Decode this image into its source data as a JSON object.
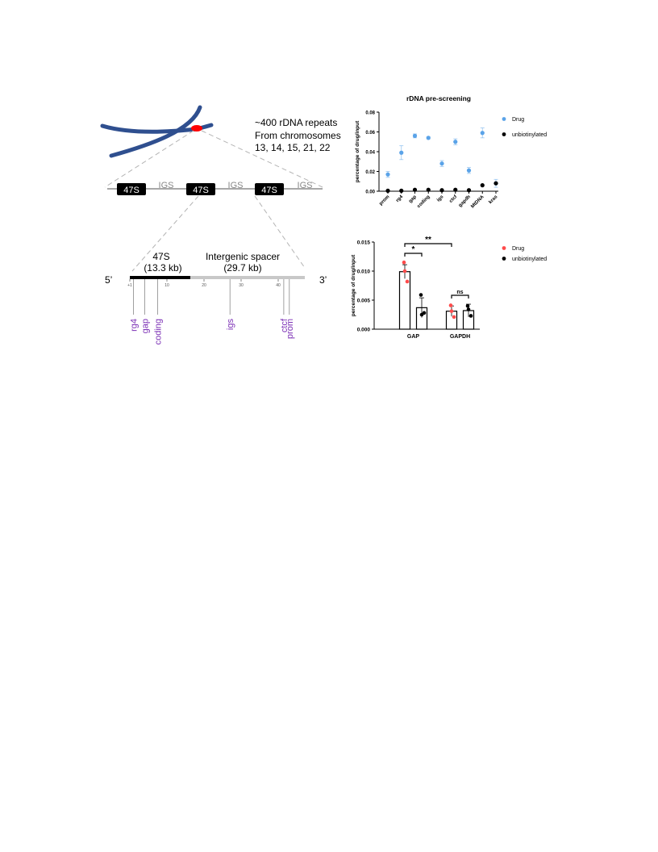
{
  "schematic": {
    "repeats_text": [
      "~400 rDNA repeats",
      "From chromosomes",
      "13, 14, 15, 21, 22"
    ],
    "unit_labels": [
      "47S",
      "47S",
      "47S"
    ],
    "igs_labels": [
      "IGS",
      "IGS",
      "IGS"
    ],
    "five_prime": "5’",
    "three_prime": "3’",
    "region_47s": {
      "name": "47S",
      "size": "(13.3 kb)"
    },
    "region_igs": {
      "name": "Intergenic spacer",
      "size": "(29.7 kb)"
    },
    "scale_ticks": [
      "+1",
      "10",
      "20",
      "30",
      "40"
    ],
    "primer_labels": [
      "rg4",
      "gap",
      "coding",
      "igs",
      "ctcf",
      "prom"
    ],
    "primer_positions_kb": [
      1,
      4,
      7.5,
      27,
      41.5,
      43
    ],
    "chromosome_color": "#2f4f8f",
    "marker_color": "#ff0000",
    "primer_label_color": "#7b2fb5"
  },
  "chart_data": [
    {
      "type": "scatter",
      "title": "rDNA pre-screening",
      "ylabel": "percentage of drug/input",
      "xlabel": "",
      "categories": [
        "prom",
        "rg4",
        "gap",
        "coding",
        "igs",
        "ctcf",
        "gapdh",
        "MtDNA",
        "kras"
      ],
      "ylim": [
        0,
        0.08
      ],
      "yticks": [
        "0.00",
        "0.02",
        "0.04",
        "0.06",
        "0.08"
      ],
      "series": [
        {
          "name": "Drug",
          "color": "#5aa3e8",
          "values": [
            0.017,
            0.039,
            0.056,
            0.054,
            0.028,
            0.05,
            0.021,
            0.059,
            0.008
          ],
          "errors": [
            0.003,
            0.007,
            0.002,
            0.001,
            0.003,
            0.003,
            0.003,
            0.005,
            0.004
          ]
        },
        {
          "name": "unbiotinylated",
          "color": "#000000",
          "values": [
            0.0005,
            0.0005,
            0.0015,
            0.0015,
            0.001,
            0.0015,
            0.001,
            0.006,
            0.008
          ],
          "errors": [
            0,
            0,
            0,
            0,
            0,
            0,
            0,
            0,
            0
          ]
        }
      ],
      "legend": "top-right",
      "grid": false
    },
    {
      "type": "bar",
      "ylabel": "percentage of drug/input",
      "xlabel": "",
      "categories": [
        "GAP",
        "GAPDH"
      ],
      "ylim": [
        0,
        0.015
      ],
      "yticks": [
        "0.000",
        "0.005",
        "0.010",
        "0.015"
      ],
      "series": [
        {
          "name": "Drug",
          "color": "#ff4b4b",
          "values": [
            0.0099,
            0.0031
          ],
          "errors": [
            0.0012,
            0.0009
          ],
          "points": [
            [
              0.0115,
              0.01,
              0.0082
            ],
            [
              0.0041,
              0.0031,
              0.0021
            ]
          ]
        },
        {
          "name": "unbiotinylated",
          "color": "#000000",
          "values": [
            0.0037,
            0.0032
          ],
          "errors": [
            0.0017,
            0.0011
          ],
          "points": [
            [
              0.0059,
              0.0025,
              0.0028
            ],
            [
              0.004,
              0.0034,
              0.0023
            ]
          ]
        }
      ],
      "significance": [
        {
          "label": "*",
          "from": "GAP Drug",
          "to": "GAP unbiotinylated"
        },
        {
          "label": "**",
          "from": "GAP Drug",
          "to": "GAPDH Drug"
        },
        {
          "label": "ns",
          "from": "GAPDH Drug",
          "to": "GAPDH unbiotinylated"
        }
      ],
      "legend": "top-right",
      "grid": false
    }
  ]
}
